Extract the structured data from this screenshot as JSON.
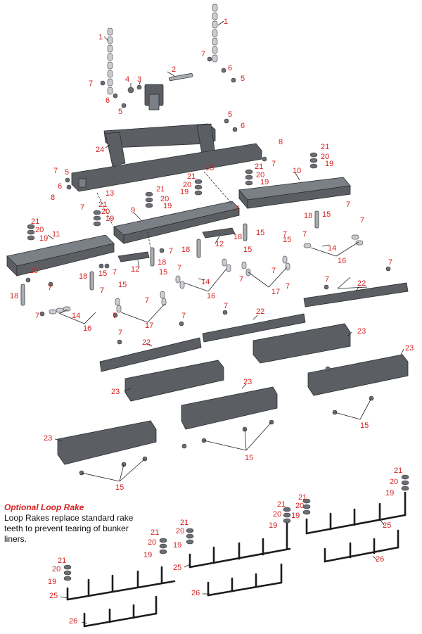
{
  "callouts": {
    "c1": "1",
    "c2": "2",
    "c3": "3",
    "c4": "4",
    "c5": "5",
    "c6": "6",
    "c7": "7",
    "c8": "8",
    "c9": "9",
    "c10": "10",
    "c11": "11",
    "c12": "12",
    "c13": "13",
    "c14": "14",
    "c15": "15",
    "c16": "16",
    "c17": "17",
    "c18": "18",
    "c19": "19",
    "c20": "20",
    "c21": "21",
    "c22": "22",
    "c23": "23",
    "c24": "24",
    "c25": "25",
    "c26": "26"
  },
  "note": {
    "title": "Optional Loop Rake",
    "body": "Loop Rakes replace standard rake teeth to prevent tearing of bunker liners."
  },
  "colors": {
    "callout": "#d62020",
    "part_dark": "#5b5f63",
    "rake": "#1c1c1c"
  }
}
